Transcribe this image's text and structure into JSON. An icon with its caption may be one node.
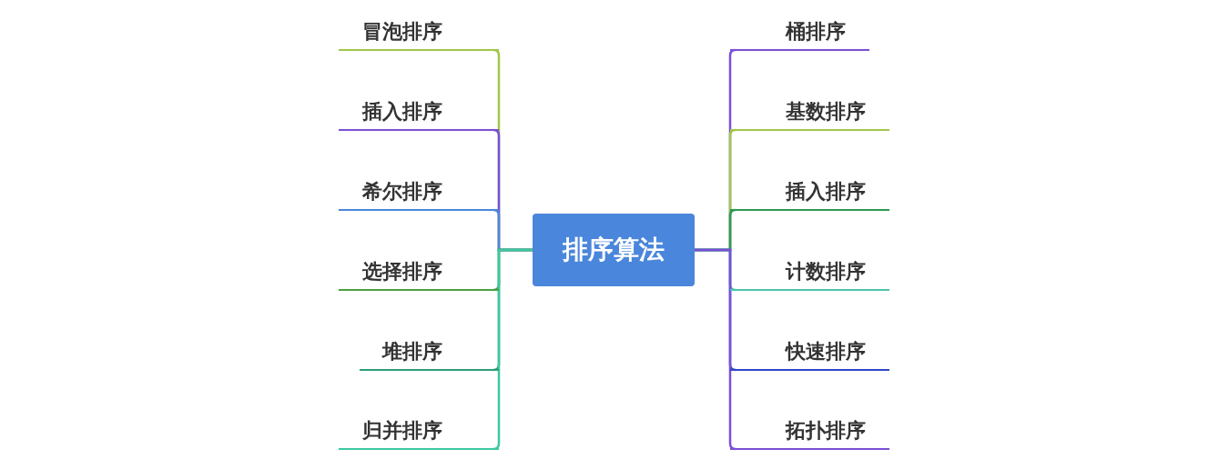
{
  "diagram": {
    "nodes": [
      {
        "text": [
          "排序算法"
        ]
      },
      {
        "text": [
          "冒泡排序"
        ]
      },
      {
        "text": [
          "插入排序"
        ]
      },
      {
        "text": [
          "希尔排序"
        ]
      },
      {
        "text": [
          "选择排序"
        ]
      },
      {
        "text": [
          "堆排序"
        ]
      },
      {
        "text": [
          "归并排序"
        ]
      },
      {
        "text": [
          "桶排序"
        ]
      },
      {
        "text": [
          "基数排序"
        ]
      },
      {
        "text": [
          "插入排序"
        ]
      },
      {
        "text": [
          "计数排序"
        ]
      },
      {
        "text": [
          "快速排序"
        ]
      },
      {
        "text": [
          "拓扑排序"
        ]
      }
    ],
    "edges": [
      {
        "from": 0,
        "to": 1,
        "arrow": "none",
        "color": "#a0c84a"
      },
      {
        "from": 0,
        "to": 2,
        "arrow": "none",
        "color": "#7b4fd6"
      },
      {
        "from": 0,
        "to": 3,
        "arrow": "none",
        "color": "#4a86db"
      },
      {
        "from": 0,
        "to": 4,
        "arrow": "none",
        "color": "#4aa040"
      },
      {
        "from": 0,
        "to": 5,
        "arrow": "none",
        "color": "#2e9e78"
      },
      {
        "from": 0,
        "to": 6,
        "arrow": "none",
        "color": "#3cc8a0"
      },
      {
        "from": 0,
        "to": 7,
        "arrow": "none",
        "color": "#7b4fd6"
      },
      {
        "from": 0,
        "to": 8,
        "arrow": "none",
        "color": "#a0c84a"
      },
      {
        "from": 0,
        "to": 9,
        "arrow": "none",
        "color": "#2e9a50"
      },
      {
        "from": 0,
        "to": 10,
        "arrow": "none",
        "color": "#4cc4b0"
      },
      {
        "from": 0,
        "to": 11,
        "arrow": "none",
        "color": "#3048c8"
      },
      {
        "from": 0,
        "to": 12,
        "arrow": "none",
        "color": "#7b4fd6"
      }
    ]
  }
}
